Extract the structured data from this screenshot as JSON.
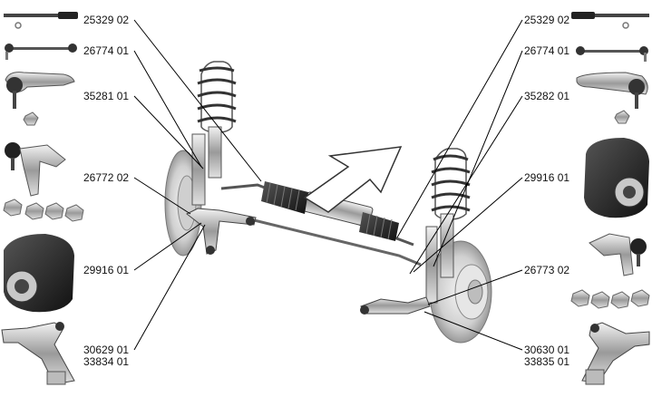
{
  "labels": {
    "left": {
      "tie_rod": "25329 02",
      "stabilizer_link": "26774 01",
      "tie_rod_end": "35281 01",
      "ball_joint": "26772 02",
      "bushing": "29916 01",
      "control_arm_a": "30629 01",
      "control_arm_b": "33834 01"
    },
    "right": {
      "tie_rod": "25329 02",
      "stabilizer_link": "26774 01",
      "tie_rod_end": "35282 01",
      "bushing": "29916 01",
      "ball_joint": "26773 02",
      "control_arm_a": "30630 01",
      "control_arm_b": "33835 01"
    }
  },
  "colors": {
    "line": "#000000",
    "part_dark": "#2a2a2a",
    "part_mid": "#8c8c8c",
    "part_light": "#d9d9d9"
  },
  "icons": [
    "tie-rod-icon",
    "stabilizer-link-icon",
    "tie-rod-end-icon",
    "nut-icon",
    "ball-joint-icon",
    "bushing-icon",
    "control-arm-icon",
    "forward-arrow-icon"
  ]
}
